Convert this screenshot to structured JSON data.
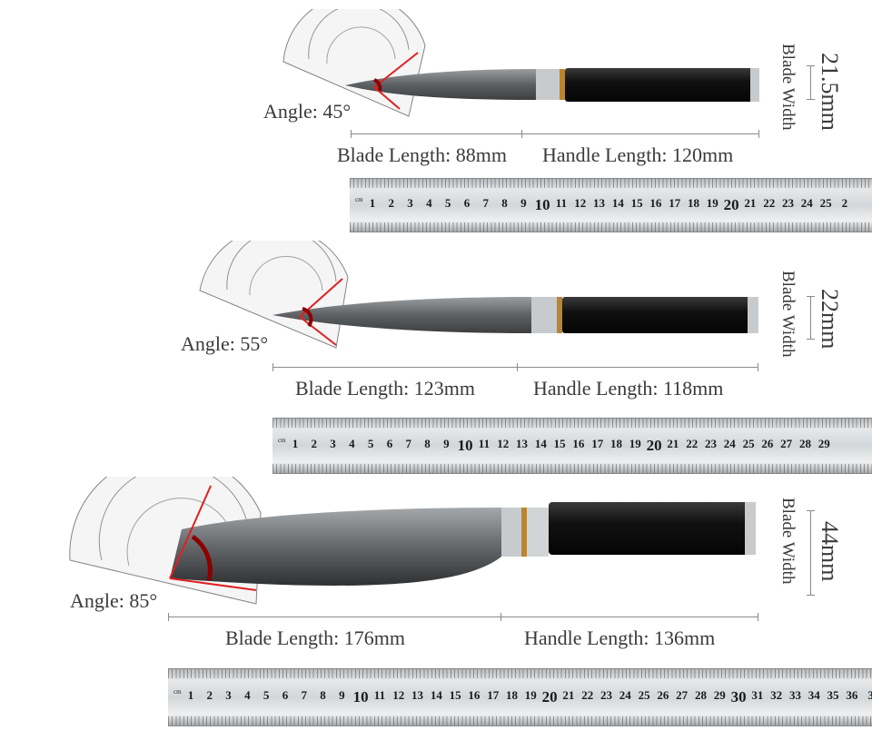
{
  "knives": [
    {
      "angle_label": "Angle: 45°",
      "blade_length_label": "Blade Length: 88mm",
      "handle_length_label": "Handle Length: 120mm",
      "blade_width_label": "Blade Width",
      "blade_width_value": "21.5mm",
      "ruler": {
        "unit": "cm",
        "numbers": [
          "1",
          "2",
          "3",
          "4",
          "5",
          "6",
          "7",
          "8",
          "9",
          "10",
          "11",
          "12",
          "13",
          "14",
          "15",
          "16",
          "17",
          "18",
          "19",
          "20",
          "21",
          "22",
          "23",
          "24",
          "25",
          "2"
        ]
      }
    },
    {
      "angle_label": "Angle: 55°",
      "blade_length_label": "Blade Length: 123mm",
      "handle_length_label": "Handle Length: 118mm",
      "blade_width_label": "Blade Width",
      "blade_width_value": "22mm",
      "ruler": {
        "unit": "cm",
        "numbers": [
          "1",
          "2",
          "3",
          "4",
          "5",
          "6",
          "7",
          "8",
          "9",
          "10",
          "11",
          "12",
          "13",
          "14",
          "15",
          "16",
          "17",
          "18",
          "19",
          "20",
          "21",
          "22",
          "23",
          "24",
          "25",
          "26",
          "27",
          "28",
          "29"
        ]
      }
    },
    {
      "angle_label": "Angle: 85°",
      "blade_length_label": "Blade Length: 176mm",
      "handle_length_label": "Handle Length: 136mm",
      "blade_width_label": "Blade Width",
      "blade_width_value": "44mm",
      "ruler": {
        "unit": "cm",
        "numbers": [
          "1",
          "2",
          "3",
          "4",
          "5",
          "6",
          "7",
          "8",
          "9",
          "10",
          "11",
          "12",
          "13",
          "14",
          "15",
          "16",
          "17",
          "18",
          "19",
          "20",
          "21",
          "22",
          "23",
          "24",
          "25",
          "26",
          "27",
          "28",
          "29",
          "30",
          "31",
          "32",
          "33",
          "34",
          "35",
          "36",
          "3"
        ]
      }
    }
  ],
  "colors": {
    "handle": "#161616",
    "blade": "#7a7d80",
    "protractor_line": "#e02020",
    "angle_arc": "#8b0000"
  }
}
